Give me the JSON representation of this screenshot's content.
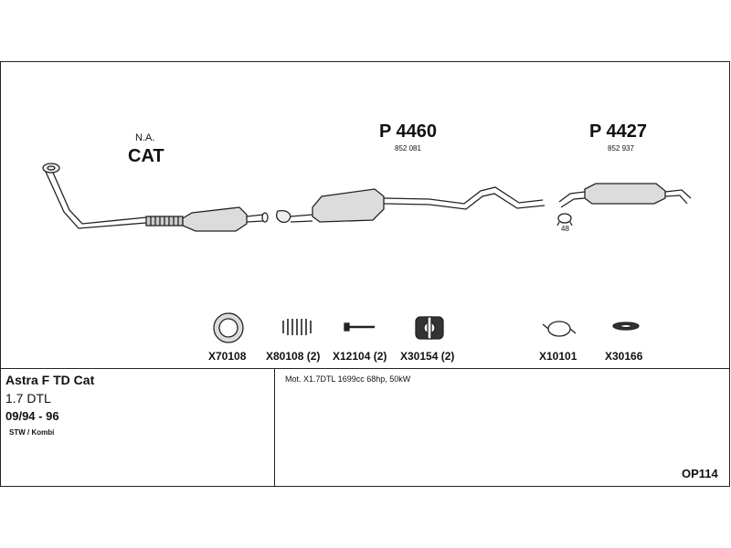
{
  "header": {
    "na_label": "N.A.",
    "cat_label": "CAT"
  },
  "parts": {
    "p1_code": "P 4460",
    "p1_ref": "852 081",
    "p2_code": "P 4427",
    "p2_ref": "852 937",
    "clamp_ref": "48"
  },
  "fittings": [
    {
      "code": "X70108"
    },
    {
      "code": "X80108 (2)"
    },
    {
      "code": "X12104 (2)"
    },
    {
      "code": "X30154 (2)"
    },
    {
      "code": "X10101"
    },
    {
      "code": "X30166"
    }
  ],
  "info": {
    "model": "Astra F TD Cat",
    "engine": "1.7 DTL",
    "dates": "09/94 - 96",
    "body": "STW / Kombi",
    "motor": "Mot. X1.7DTL 1699cc 68hp, 50kW",
    "code": "OP114"
  },
  "colors": {
    "line": "#222222",
    "part_fill": "#dcdcdc"
  }
}
